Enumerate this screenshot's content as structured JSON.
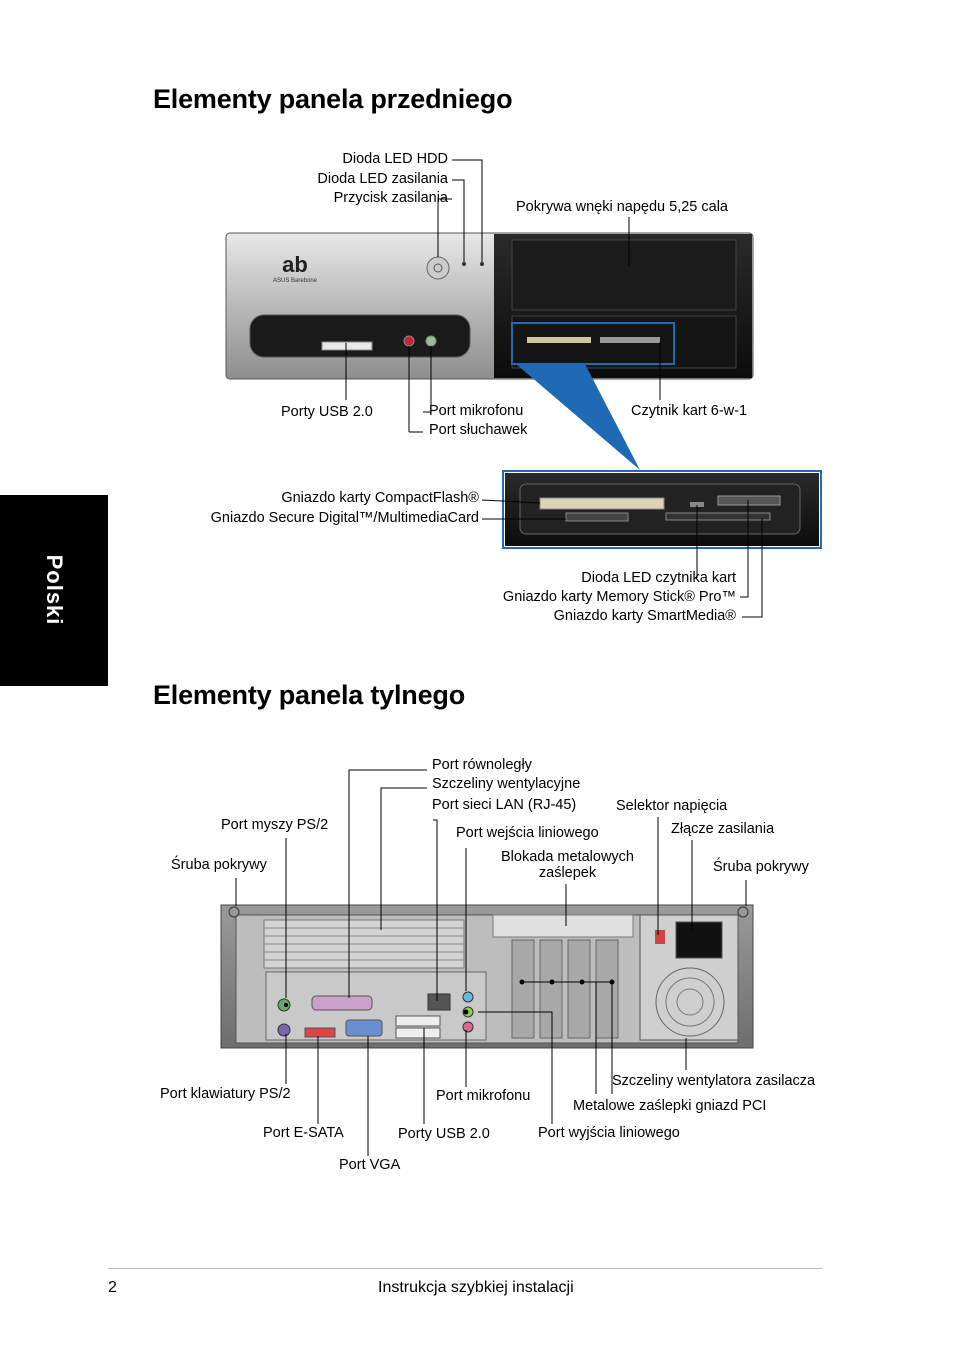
{
  "sidebar": {
    "language_tab": "Polski"
  },
  "front": {
    "title": "Elementy panela przedniego",
    "logo_caption": "ASUS Barebone",
    "labels": {
      "hdd_led": "Dioda LED HDD",
      "power_led": "Dioda LED zasilania",
      "power_button": "Przycisk zasilania",
      "bay_cover": "Pokrywa wnęki napędu 5,25 cala",
      "usb": "Porty USB 2.0",
      "mic": "Port mikrofonu",
      "headphone": "Port słuchawek",
      "card_reader": "Czytnik kart 6-w-1",
      "cf_slot": "Gniazdo karty CompactFlash®",
      "sd_slot": "Gniazdo Secure Digital™/MultimediaCard",
      "reader_led": "Dioda LED czytnika kart",
      "ms_slot": "Gniazdo karty Memory Stick® Pro™",
      "sm_slot": "Gniazdo karty SmartMedia®"
    }
  },
  "rear": {
    "title": "Elementy panela tylnego",
    "labels": {
      "parallel": "Port równoległy",
      "vents": "Szczeliny wentylacyjne",
      "lan": "Port sieci LAN (RJ-45)",
      "voltage": "Selektor napięcia",
      "ps2_mouse": "Port myszy PS/2",
      "line_in": "Port wejścia liniowego",
      "power_conn": "Złącze zasilania",
      "bracket_lock": "Blokada metalowych",
      "bracket_lock2": "zaślepek",
      "screw_left": "Śruba pokrywy",
      "screw_right": "Śruba pokrywy",
      "ps2_kbd": "Port klawiatury PS/2",
      "mic": "Port mikrofonu",
      "psu_fan": "Szczeliny wentylatora zasilacza",
      "pci_brackets": "Metalowe zaślepki gniazd PCI",
      "esata": "Port E-SATA",
      "usb": "Porty USB 2.0",
      "line_out": "Port wyjścia liniowego",
      "vga": "Port VGA"
    }
  },
  "footer": {
    "page_number": "2",
    "doc_title": "Instrukcja szybkiej instalacji"
  },
  "colors": {
    "accent_blue": "#1e6ab4",
    "tab_black": "#000000"
  }
}
